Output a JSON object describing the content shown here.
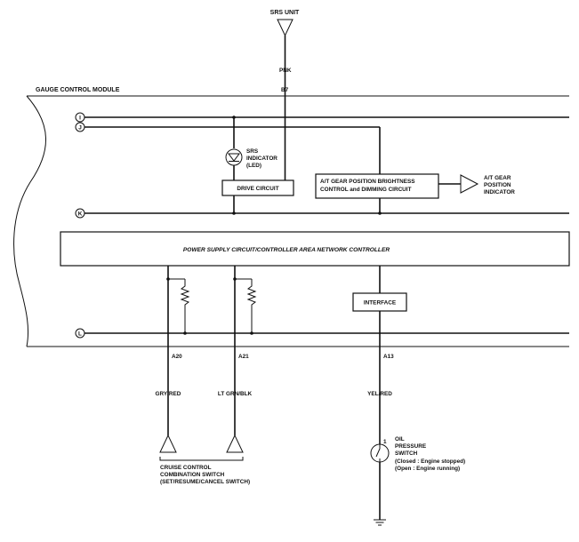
{
  "srs_unit": {
    "label": "SRS UNIT",
    "wire_color": "PNK",
    "pin": "B7"
  },
  "module": {
    "title": "GAUGE CONTROL MODULE"
  },
  "buses": {
    "i": "I",
    "j": "J",
    "k": "K",
    "l": "L"
  },
  "srs_indicator": {
    "line1": "SRS",
    "line2": "INDICATOR",
    "line3": "(LED)"
  },
  "drive_circuit": "DRIVE CIRCUIT",
  "at_brightness": {
    "line1": "A/T GEAR POSITION BRIGHTNESS",
    "line2": "CONTROL and DIMMING CIRCUIT"
  },
  "at_indicator": {
    "line1": "A/T GEAR",
    "line2": "POSITION",
    "line3": "INDICATOR"
  },
  "power_supply": "POWER SUPPLY CIRCUIT/CONTROLLER AREA NETWORK CONTROLLER",
  "interface": "INTERFACE",
  "pins": {
    "a20": "A20",
    "a21": "A21",
    "a13": "A13"
  },
  "wire_colors": {
    "a20": "GRY/RED",
    "a21": "LT GRN/BLK",
    "a13": "YEL/RED"
  },
  "cruise_switch": {
    "line1": "CRUISE CONTROL",
    "line2": "COMBINATION SWITCH",
    "line3": "(SET/RESUME/CANCEL SWITCH)"
  },
  "oil_switch": {
    "pin": "1",
    "line1": "OIL",
    "line2": "PRESSURE",
    "line3": "SWITCH",
    "line4": "(Closed : Engine stopped)",
    "line5": "(Open : Engine running)"
  }
}
